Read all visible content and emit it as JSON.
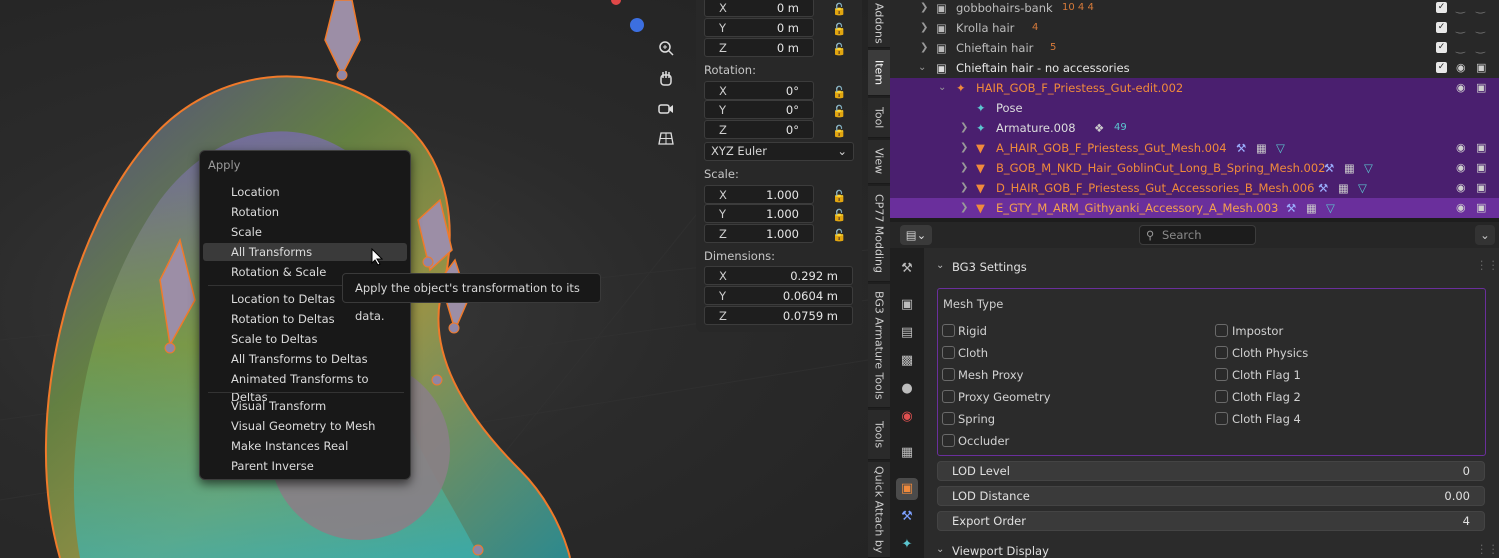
{
  "viewport": {
    "nav_icons": [
      "zoom-icon",
      "hand-pan-icon",
      "camera-icon",
      "grid-icon"
    ]
  },
  "context_menu": {
    "title": "Apply",
    "items": [
      {
        "label": "Location",
        "active": false
      },
      {
        "label": "Rotation",
        "active": false
      },
      {
        "label": "Scale",
        "active": false
      },
      {
        "label": "All Transforms",
        "active": true
      },
      {
        "label": "Rotation & Scale",
        "active": false
      },
      {
        "label": "Location to Deltas",
        "active": false
      },
      {
        "label": "Rotation to Deltas",
        "active": false
      },
      {
        "label": "Scale to Deltas",
        "active": false
      },
      {
        "label": "All Transforms to Deltas",
        "active": false
      },
      {
        "label": "Animated Transforms to Deltas",
        "active": false
      },
      {
        "label": "Visual Transform",
        "active": false
      },
      {
        "label": "Visual Geometry to Mesh",
        "active": false
      },
      {
        "label": "Make Instances Real",
        "active": false
      },
      {
        "label": "Parent Inverse",
        "active": false
      }
    ],
    "tooltip": "Apply the object's transformation to its data."
  },
  "n_panel": {
    "location": [
      {
        "axis": "X",
        "value": "0 m"
      },
      {
        "axis": "Y",
        "value": "0 m"
      },
      {
        "axis": "Z",
        "value": "0 m"
      }
    ],
    "rotation_label": "Rotation:",
    "rotation": [
      {
        "axis": "X",
        "value": "0°"
      },
      {
        "axis": "Y",
        "value": "0°"
      },
      {
        "axis": "Z",
        "value": "0°"
      }
    ],
    "rotation_mode": "XYZ Euler",
    "scale_label": "Scale:",
    "scale": [
      {
        "axis": "X",
        "value": "1.000"
      },
      {
        "axis": "Y",
        "value": "1.000"
      },
      {
        "axis": "Z",
        "value": "1.000"
      }
    ],
    "dimensions_label": "Dimensions:",
    "dimensions": [
      {
        "axis": "X",
        "value": "0.292 m"
      },
      {
        "axis": "Y",
        "value": "0.0604 m"
      },
      {
        "axis": "Z",
        "value": "0.0759 m"
      }
    ]
  },
  "vertical_tabs": [
    "Addons",
    "Item",
    "Tool",
    "View",
    "CP77 Modding",
    "BG3 Armature Tools",
    "Tools",
    "Quick Attach by"
  ],
  "outliner": {
    "rows": [
      {
        "name": "gobbohairs-bank",
        "extra": "10  4  4"
      },
      {
        "name": "Krolla hair",
        "extra": "4"
      },
      {
        "name": "Chieftain hair",
        "extra": "5"
      },
      {
        "name": "Chieftain hair - no accessories",
        "extra": ""
      },
      {
        "name": "HAIR_GOB_F_Priestess_Gut-edit.002",
        "extra": ""
      },
      {
        "name": "Pose",
        "extra": ""
      },
      {
        "name": "Armature.008",
        "extra": "49"
      },
      {
        "name": "A_HAIR_GOB_F_Priestess_Gut_Mesh.004",
        "extra": ""
      },
      {
        "name": "B_GOB_M_NKD_Hair_GoblinCut_Long_B_Spring_Mesh.002",
        "extra": ""
      },
      {
        "name": "D_HAIR_GOB_F_Priestess_Gut_Accessories_B_Mesh.006",
        "extra": ""
      },
      {
        "name": "E_GTY_M_ARM_Githyanki_Accessory_A_Mesh.003",
        "extra": ""
      }
    ]
  },
  "properties": {
    "search_placeholder": "Search",
    "panel_title": "BG3 Settings",
    "mesh_type_label": "Mesh Type",
    "left_options": [
      "Rigid",
      "Cloth",
      "Mesh Proxy",
      "Proxy Geometry",
      "Spring",
      "Occluder"
    ],
    "right_options": [
      "Impostor",
      "Cloth Physics",
      "Cloth Flag 1",
      "Cloth Flag 2",
      "Cloth Flag 4"
    ],
    "fields": [
      {
        "label": "LOD Level",
        "value": "0"
      },
      {
        "label": "LOD Distance",
        "value": "0.00"
      },
      {
        "label": "Export Order",
        "value": "4"
      }
    ],
    "next_panel": "Viewport Display"
  },
  "colors": {
    "accent_orange": "#f07a2a",
    "selection_purple": "#4a1f6f",
    "active_purple": "#6a2f9c"
  }
}
